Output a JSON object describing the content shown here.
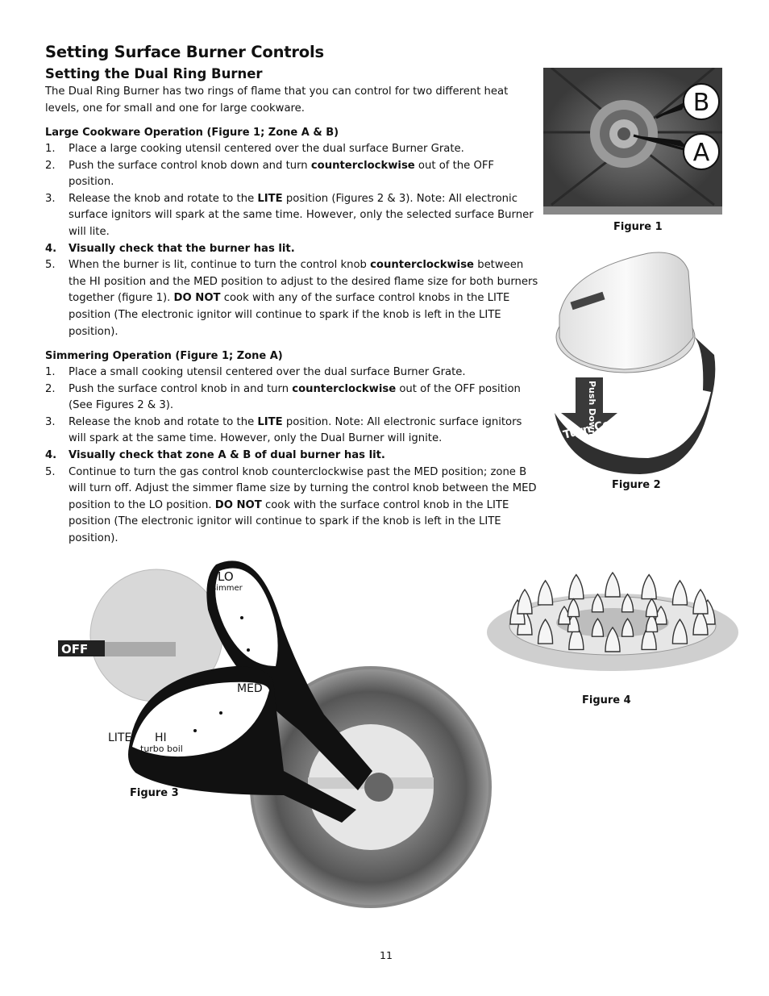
{
  "page": {
    "title": "Setting Surface Burner Controls",
    "subtitle": "Setting the Dual Ring Burner",
    "intro": "The Dual Ring Burner has two rings of flame that you can control for two different heat levels, one for small and one for large cookware.",
    "page_number": "11"
  },
  "large_section": {
    "heading": "Large Cookware Operation (Figure 1; Zone A & B)",
    "items": [
      {
        "num": "1.",
        "parts": [
          {
            "t": "Place a large cooking utensil centered over the dual surface Burner Grate."
          }
        ]
      },
      {
        "num": "2.",
        "parts": [
          {
            "t": "Push the surface control knob down and turn "
          },
          {
            "t": "counterclockwise",
            "b": true
          },
          {
            "t": " out of the OFF position."
          }
        ]
      },
      {
        "num": "3.",
        "parts": [
          {
            "t": "Release the knob and rotate to the "
          },
          {
            "t": "LITE",
            "b": true
          },
          {
            "t": " position (Figures 2 & 3). Note: All electronic surface ignitors will spark at the same time. However, only the selected surface Burner will lite."
          }
        ]
      },
      {
        "num": "4.",
        "strong": true,
        "parts": [
          {
            "t": "Visually check that the burner has lit."
          }
        ]
      },
      {
        "num": "5.",
        "parts": [
          {
            "t": "When the burner is lit, continue to turn the control knob "
          },
          {
            "t": "counterclockwise",
            "b": true
          },
          {
            "t": " between the HI position and the MED position to adjust to the desired flame size for both burners together (figure 1). "
          },
          {
            "t": "DO NOT",
            "b": true
          },
          {
            "t": " cook with any of the surface control knobs in the LITE position (The electronic ignitor will continue to spark if the knob is left in the LITE position)."
          }
        ]
      }
    ]
  },
  "simmer_section": {
    "heading": "Simmering Operation (Figure 1; Zone A)",
    "items": [
      {
        "num": "1.",
        "parts": [
          {
            "t": "Place a small cooking utensil centered over the dual surface Burner Grate."
          }
        ]
      },
      {
        "num": "2.",
        "parts": [
          {
            "t": "Push the surface control knob in and turn "
          },
          {
            "t": "counterclockwise",
            "b": true
          },
          {
            "t": " out of the OFF position (See Figures 2 & 3)."
          }
        ]
      },
      {
        "num": "3.",
        "parts": [
          {
            "t": "Release the knob and rotate to the "
          },
          {
            "t": "LITE",
            "b": true
          },
          {
            "t": " position. Note: All electronic surface ignitors will spark at the same time. However, only the Dual Burner will ignite."
          }
        ]
      },
      {
        "num": "4.",
        "strong": true,
        "parts": [
          {
            "t": "Visually check that zone A & B of dual burner has lit."
          }
        ]
      },
      {
        "num": "5.",
        "parts": [
          {
            "t": "Continue to turn the gas control knob counterclockwise past the MED position; zone B will turn off. Adjust the simmer flame size by turning the control knob between the MED position to the LO position. "
          },
          {
            "t": "DO NOT",
            "b": true
          },
          {
            "t": " cook with the surface control knob in the LITE position (The electronic ignitor will continue to spark if the knob is left in the LITE position)."
          }
        ]
      }
    ]
  },
  "figures": {
    "fig1": {
      "caption": "Figure 1",
      "label_b": "B",
      "label_a": "A"
    },
    "fig2": {
      "caption": "Figure 2",
      "push": "Push Down",
      "turn": "Turn Counterclockwise"
    },
    "fig3": {
      "caption": "Figure 3",
      "off": "OFF",
      "lo": "LO",
      "simmer": "simmer",
      "med": "MED",
      "lite": "LITE",
      "hi": "HI",
      "turbo": "turbo boil"
    },
    "fig4": {
      "caption": "Figure 4"
    }
  }
}
